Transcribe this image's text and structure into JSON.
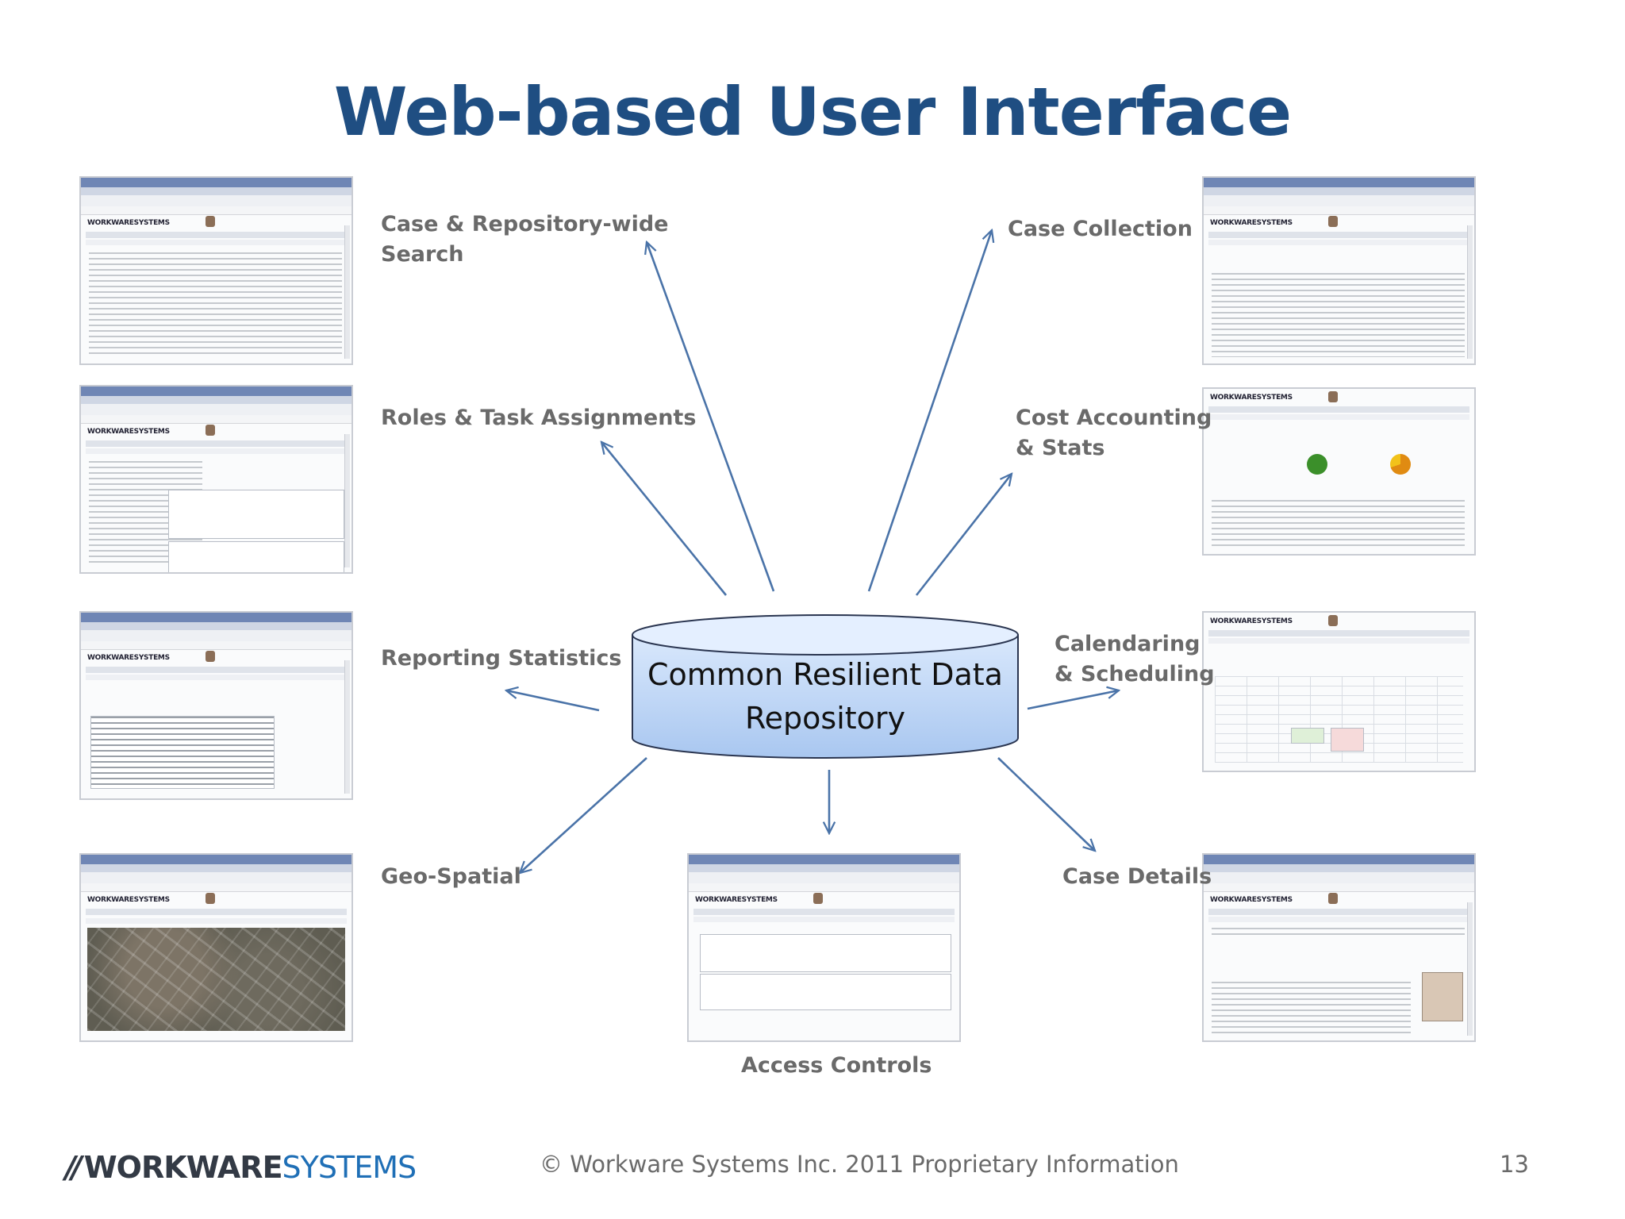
{
  "title": "Web-based User Interface",
  "repository": {
    "line1": "Common Resilient Data",
    "line2": "Repository"
  },
  "labels": {
    "case_search_1": "Case & Repository-wide",
    "case_search_2": "Search",
    "case_collection": "Case Collection",
    "roles": "Roles & Task Assignments",
    "cost_1": "Cost Accounting",
    "cost_2": "& Stats",
    "reporting": "Reporting Statistics",
    "calendar_1": "Calendaring",
    "calendar_2": "& Scheduling",
    "geo": "Geo-Spatial",
    "case_details": "Case Details",
    "access": "Access Controls"
  },
  "footer": {
    "brand_slashes": "//",
    "brand_work": "WORKWARE",
    "brand_systems": "SYSTEMS",
    "copyright": "© Workware Systems Inc. 2011  Proprietary Information",
    "page": "13"
  },
  "screenshots": {
    "logo_text": "WORKWARESYSTEMS"
  },
  "colors": {
    "title": "#1f4e82",
    "label": "#6a6a6a",
    "arrow": "#4a73a8",
    "cylinder_top": "#e2eeff",
    "cylinder_body": "#bcd5f6"
  }
}
